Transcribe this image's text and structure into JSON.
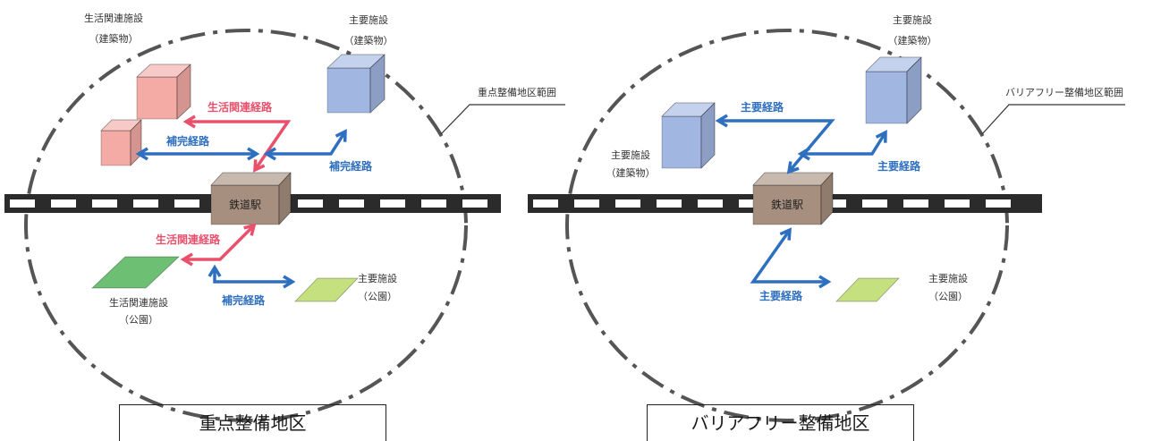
{
  "left_diagram": {
    "caption": "重点整備地区",
    "range_label": "重点整備地区範囲",
    "station": "鉄道駅",
    "life_building": {
      "name": "生活関連施設",
      "type": "（建築物）"
    },
    "main_building": {
      "name": "主要施設",
      "type": "（建築物）"
    },
    "main_park": {
      "name": "主要施設",
      "type": "（公園）"
    },
    "life_park": {
      "name": "生活関連施設",
      "type": "（公園）"
    },
    "routes": {
      "life_upper": "生活関連経路",
      "supplementary_left": "補完経路",
      "supplementary_right": "補完経路",
      "life_lower": "生活関連経路",
      "supplementary_lower": "補完経路"
    }
  },
  "right_diagram": {
    "caption": "バリアフリー整備地区",
    "range_label": "バリアフリー整備地区範囲",
    "station": "鉄道駅",
    "main_building_top": {
      "name": "主要施設",
      "type": "（建築物）"
    },
    "main_building_left": {
      "name": "主要施設",
      "type": "（建築物）"
    },
    "main_park": {
      "name": "主要施設",
      "type": "（公園）"
    },
    "routes": {
      "main_upper": "主要経路",
      "main_right": "主要経路",
      "main_lower": "主要経路"
    }
  },
  "colors": {
    "life_route": "#e8506c",
    "supplementary_route": "#2f6fbf",
    "main_route": "#2f6fbf",
    "life_facility": "#f4aaa5",
    "main_facility": "#a2b6e2",
    "life_park": "#6cbf73",
    "main_park": "#c5e07e",
    "station": "#a68f7e",
    "district_boundary": "#555555"
  }
}
